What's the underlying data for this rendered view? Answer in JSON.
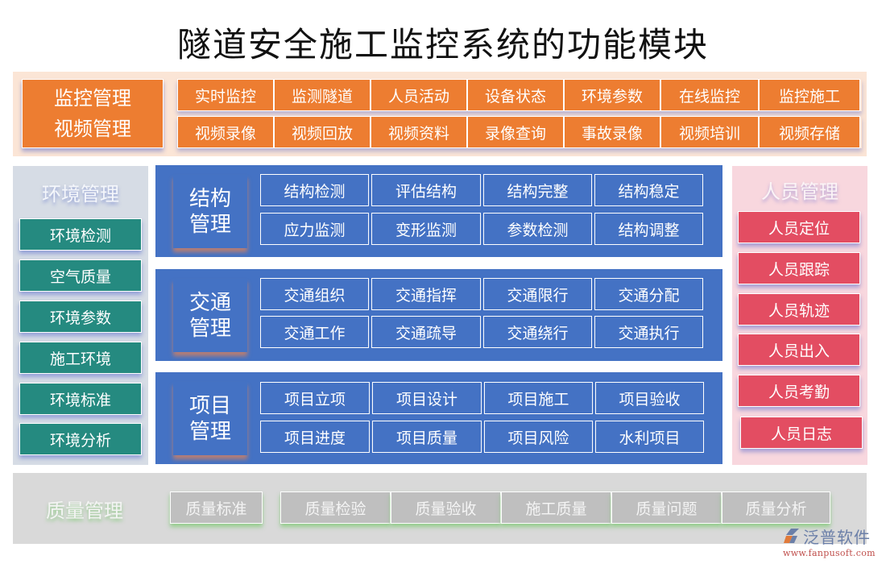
{
  "title": "隧道安全施工监控系统的功能模块",
  "colors": {
    "monitor": "#ed7d31",
    "monitor_bg": "#fbe5d6",
    "environment": "#258a80",
    "environment_bg": "#d6dce5",
    "center": "#4472c4",
    "personnel": "#e34d62",
    "personnel_bg": "#f8d7de",
    "quality": "#bfbfbf",
    "quality_bg": "#d9d9d9"
  },
  "monitor": {
    "title_line1": "监控管理",
    "title_line2": "视频管理",
    "row1": [
      "实时监控",
      "监测隧道",
      "人员活动",
      "设备状态",
      "环境参数",
      "在线监控",
      "监控施工"
    ],
    "row2": [
      "视频录像",
      "视频回放",
      "视频资料",
      "录像查询",
      "事故录像",
      "视频培训",
      "视频存储"
    ]
  },
  "environment": {
    "title": "环境管理",
    "items": [
      "环境检测",
      "空气质量",
      "环境参数",
      "施工环境",
      "环境标准",
      "环境分析"
    ]
  },
  "structure": {
    "title_line1": "结构",
    "title_line2": "管理",
    "row1": [
      "结构检测",
      "评估结构",
      "结构完整",
      "结构稳定"
    ],
    "row2": [
      "应力监测",
      "变形监测",
      "参数检测",
      "结构调整"
    ]
  },
  "traffic": {
    "title_line1": "交通",
    "title_line2": "管理",
    "row1": [
      "交通组织",
      "交通指挥",
      "交通限行",
      "交通分配"
    ],
    "row2": [
      "交通工作",
      "交通疏导",
      "交通绕行",
      "交通执行"
    ]
  },
  "project": {
    "title_line1": "项目",
    "title_line2": "管理",
    "row1": [
      "项目立项",
      "项目设计",
      "项目施工",
      "项目验收"
    ],
    "row2": [
      "项目进度",
      "项目质量",
      "项目风险",
      "水利项目"
    ]
  },
  "personnel": {
    "title": "人员管理",
    "items": [
      "人员定位",
      "人员跟踪",
      "人员轨迹",
      "人员出入",
      "人员考勤",
      "人员日志"
    ]
  },
  "quality": {
    "title": "质量管理",
    "items": [
      "质量标准",
      "质量检验",
      "质量验收",
      "施工质量",
      "质量问题",
      "质量分析"
    ]
  },
  "logo": {
    "name": "泛普软件",
    "url": "www.fanpusoft.com",
    "icon": "fanpu-logo-icon"
  }
}
